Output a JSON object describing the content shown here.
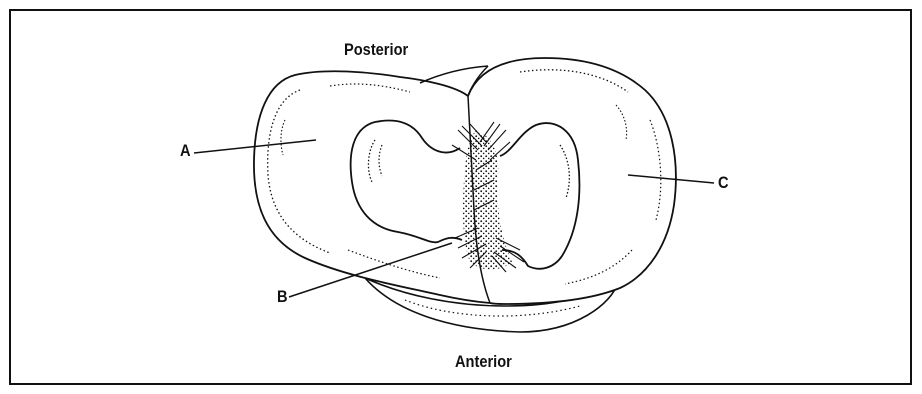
{
  "labels": {
    "top": "Posterior",
    "bottom": "Anterior",
    "a": "A",
    "b": "B",
    "c": "C"
  },
  "colors": {
    "ink": "#111111",
    "background": "#ffffff"
  }
}
